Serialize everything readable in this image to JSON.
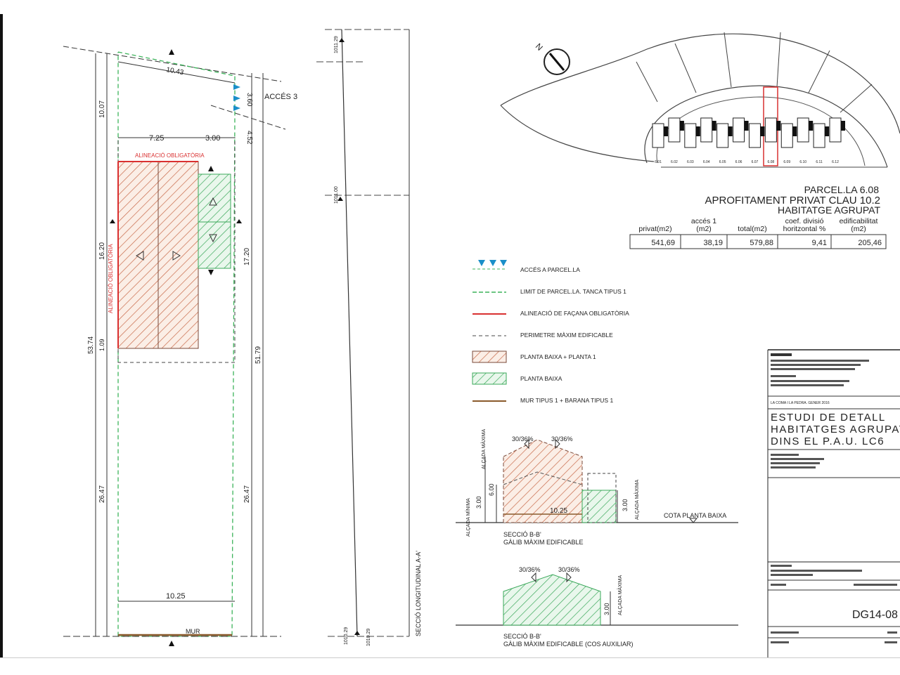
{
  "plan": {
    "dims": {
      "top_width": "10.43",
      "access_w": "3.60",
      "access_h": "4.52",
      "front_left": "7.25",
      "front_right": "3.00",
      "left_top": "10.07",
      "left_mid": "16.20",
      "left_total": "53.74",
      "left_small": "1.09",
      "left_bottom": "26.47",
      "right_mid": "17.20",
      "right_total": "51.79",
      "right_bottom": "26.47",
      "bottom_width": "10.25"
    },
    "acces_label": "ACCÉS 3",
    "alineacio_top": "ALINEACIÓ OBLIGATÒRIA",
    "alineacio_side": "ALINEACIÓ OBLIGATÒRIA",
    "mur_label": "MUR"
  },
  "section_long": {
    "label": "SECCIÓ LONGITUDINAL A-A'",
    "top_elev": "1011.29",
    "mid_elev": "1011.00",
    "bot_elev": "1010.29",
    "bot_elev2": "1010.29"
  },
  "site": {
    "north": "N",
    "lots": [
      "6.01",
      "6.02",
      "6.03",
      "6.04",
      "6.05",
      "6.06",
      "6.07",
      "6.08",
      "6.09",
      "6.10",
      "6.11",
      "6.12"
    ]
  },
  "parcel": {
    "title1": "PARCEL.LA 6.08",
    "title2": "APROFITAMENT PRIVAT CLAU 10.2",
    "title3": "HABITATGE AGRUPAT",
    "headers": [
      "privat(m2)",
      "accés 1\n(m2)",
      "total(m2)",
      "coef. divisió\nhoritzontal %",
      "edificabilitat\n(m2)"
    ],
    "values": [
      "541,69",
      "38,19",
      "579,88",
      "9,41",
      "205,46"
    ]
  },
  "legend": [
    {
      "key": "access",
      "label": "ACCÉS A PARCEL.LA"
    },
    {
      "key": "limit",
      "label": "LIMIT DE PARCEL.LA. TANCA TIPUS 1"
    },
    {
      "key": "alineacio",
      "label": "ALINEACIÓ DE FAÇANA OBLIGATÒRIA"
    },
    {
      "key": "perimetre",
      "label": "PERIMETRE MÀXIM EDIFICABLE"
    },
    {
      "key": "pb1",
      "label": "PLANTA BAIXA + PLANTA 1"
    },
    {
      "key": "pb",
      "label": "PLANTA BAIXA"
    },
    {
      "key": "mur",
      "label": "MUR TIPUS 1 + BARANA TIPUS 1"
    }
  ],
  "section_bb": {
    "slope_left": "30/36%",
    "slope_right": "30/36%",
    "alcada_max": "ALÇADA MÀXIMA",
    "alcada_min": "ALÇADA MÍNIMA",
    "h600": "6.00",
    "h300": "3.00",
    "h300b": "3.00",
    "alcada_max2": "ALÇADA MÀXIMA",
    "width": "10.25",
    "cota": "COTA PLANTA BAIXA",
    "title1": "SECCIÓ B-B'",
    "title2": "GÀLIB MÀXIM EDIFICABLE"
  },
  "section_bb2": {
    "slope_left": "30/36%",
    "slope_right": "30/36%",
    "h300": "3.00",
    "alcada_max": "ALÇADA MÀXIMA",
    "title1": "SECCIÓ B-B'",
    "title2": "GÀLIB MÀXIM EDIFICABLE (COS AUXILIAR)"
  },
  "titleblock": {
    "heading1": "ESTUDI DE DETALL",
    "heading2": "HABITATGES AGRUPATS",
    "heading3": "DINS EL P.A.U. LC6",
    "code": "DG14-08",
    "date_line": "LA COMA I LA PEDRA. GENER 2016"
  },
  "colors": {
    "hatch_red": "#c0392b",
    "hatch_green": "#2e9e4a",
    "access_blue": "#1a8fc9",
    "line_red": "#d93030",
    "mur": "#8a5a2b"
  }
}
